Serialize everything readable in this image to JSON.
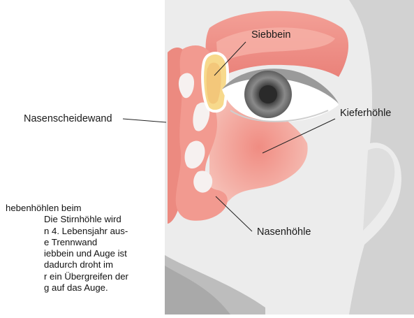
{
  "labels": {
    "siebbein": "Siebbein",
    "nasenscheidewand": "Nasenscheidewand",
    "kieferhoehle": "Kieferhöhle",
    "nasenhoehle": "Nasenhöhle"
  },
  "caption": {
    "lines": [
      "hebenhöhlen beim",
      "Die Stirnhöhle wird",
      "n 4. Lebensjahr aus-",
      "e Trennwand",
      "iebbein und Auge ist",
      "dadurch droht im",
      "r ein Übergreifen der",
      "g auf das Auge."
    ]
  },
  "colors": {
    "face": "#ebebeb",
    "background_panel": "#cfcfcf",
    "sinus": "#ef8a80",
    "sinus_light": "#f4b1a6",
    "ethmoid_fill": "#f7d98a",
    "ethmoid_outline": "#ffffff",
    "iris": "#6d6d6d",
    "pupil": "#2c2c2c",
    "leader_line": "#222222"
  }
}
